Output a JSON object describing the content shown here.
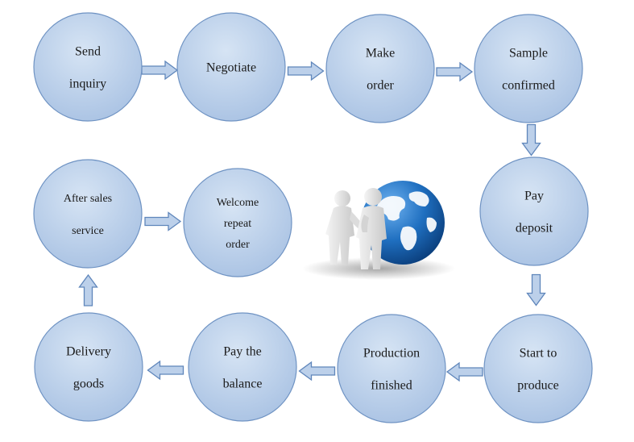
{
  "nodes": [
    {
      "id": "send-inquiry",
      "lines": [
        "Send",
        "inquiry"
      ]
    },
    {
      "id": "negotiate",
      "lines": [
        "Negotiate"
      ]
    },
    {
      "id": "make-order",
      "lines": [
        "Make",
        "order"
      ]
    },
    {
      "id": "sample-confirmed",
      "lines": [
        "Sample",
        "confirmed"
      ]
    },
    {
      "id": "pay-deposit",
      "lines": [
        "Pay",
        "deposit"
      ]
    },
    {
      "id": "start-to-produce",
      "lines": [
        "Start to",
        "produce"
      ]
    },
    {
      "id": "production-finished",
      "lines": [
        "Production",
        "finished"
      ]
    },
    {
      "id": "pay-the-balance",
      "lines": [
        "Pay the",
        "balance"
      ]
    },
    {
      "id": "delivery-goods",
      "lines": [
        "Delivery",
        "goods"
      ]
    },
    {
      "id": "after-sales-service",
      "lines": [
        "After sales",
        "service"
      ]
    },
    {
      "id": "welcome-repeat-order",
      "lines": [
        "Welcome",
        "repeat",
        "order"
      ]
    }
  ],
  "arrows": [
    {
      "from": "send-inquiry",
      "to": "negotiate",
      "direction": "right"
    },
    {
      "from": "negotiate",
      "to": "make-order",
      "direction": "right"
    },
    {
      "from": "make-order",
      "to": "sample-confirmed",
      "direction": "right"
    },
    {
      "from": "sample-confirmed",
      "to": "pay-deposit",
      "direction": "down"
    },
    {
      "from": "pay-deposit",
      "to": "start-to-produce",
      "direction": "down"
    },
    {
      "from": "start-to-produce",
      "to": "production-finished",
      "direction": "left"
    },
    {
      "from": "production-finished",
      "to": "pay-the-balance",
      "direction": "left"
    },
    {
      "from": "pay-the-balance",
      "to": "delivery-goods",
      "direction": "left"
    },
    {
      "from": "delivery-goods",
      "to": "after-sales-service",
      "direction": "up"
    },
    {
      "from": "after-sales-service",
      "to": "welcome-repeat-order",
      "direction": "right"
    }
  ],
  "illustration": {
    "name": "handshake-globe",
    "description_colors": {
      "globe": "#1f6fc0",
      "people": "#e6e6e6"
    }
  },
  "colors": {
    "node_fill_light": "#cfdef0",
    "node_fill_dark": "#a2bde0",
    "node_stroke": "#6f93c3",
    "arrow_fill": "#bcd0ea",
    "arrow_stroke": "#5f86bb"
  }
}
